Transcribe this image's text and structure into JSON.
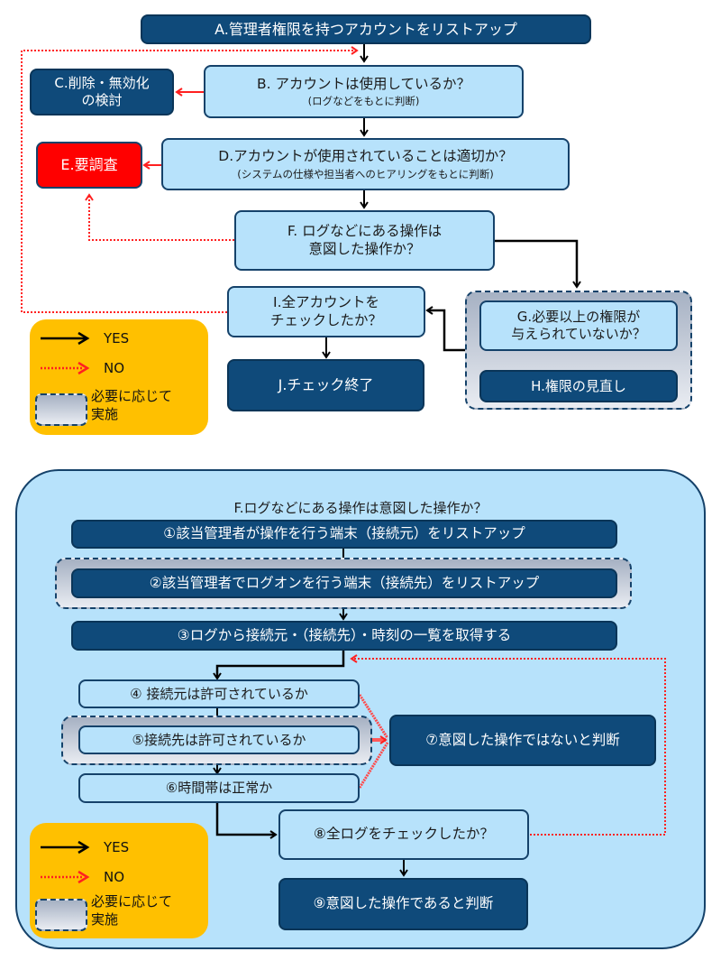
{
  "top_flow": {
    "A": {
      "label": "A.管理者権限を持つアカウントをリストアップ"
    },
    "B": {
      "label": "B. アカウントは使用しているか？",
      "sub": "(ログなどをもとに判断)"
    },
    "C": {
      "line1": "C.削除・無効化",
      "line2": "の検討"
    },
    "D": {
      "label": "D.アカウントが使用されていることは適切か？",
      "sub": "(システムの仕様や担当者へのヒアリングをもとに判断)"
    },
    "E": {
      "label": "E.要調査"
    },
    "F": {
      "line1": "F. ログなどにある操作は",
      "line2": "意図した操作か？"
    },
    "G": {
      "line1": "G.必要以上の権限が",
      "line2": "与えられていないか？"
    },
    "H": {
      "label": "H.権限の見直し"
    },
    "I": {
      "line1": "I.全アカウントを",
      "line2": "チェックしたか？"
    },
    "J": {
      "label": "J.チェック終了"
    }
  },
  "bottom_flow": {
    "title": "F.ログなどにある操作は意図した操作か？",
    "step1": "①該当管理者が操作を行う端末（接続元）をリストアップ",
    "step2": "②該当管理者でログオンを行う端末（接続先）をリストアップ",
    "step3": "③ログから接続元・（接続先）・時刻の一覧を取得する",
    "step4": "④ 接続元は許可されているか",
    "step5": "⑤接続先は許可されているか",
    "step6": "⑥時間帯は正常か",
    "step7": "⑦意図した操作ではないと判断",
    "step8": "⑧全ログをチェックしたか？",
    "step9": "⑨意図した操作であると判断"
  },
  "legend": {
    "yes": "YES",
    "no": "NO",
    "optional_line1": "必要に応じて",
    "optional_line2": "実施"
  },
  "colors": {
    "dark_box": "#0f4a7a",
    "light_box": "#b7e2fb",
    "alert_box": "#ff0000",
    "legend_bg": "#ffc000",
    "yes_arrow": "#000000",
    "no_arrow": "#ff2020"
  }
}
